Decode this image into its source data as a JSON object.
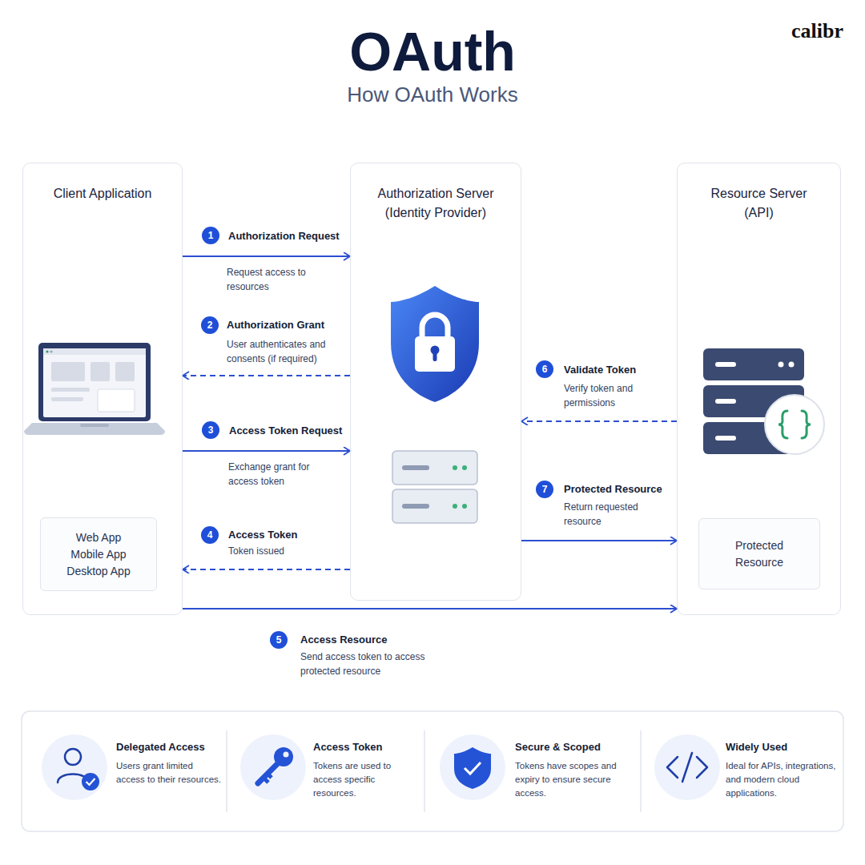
{
  "diagram": {
    "title": "OAuth",
    "nodes": [
      {
        "text": [
          "Client Application"
        ]
      },
      {
        "text": [
          "Web App",
          "Mobile App",
          "Desktop App"
        ],
        "in": 0
      },
      {
        "text": [
          "Authorization Server (Identity Provider)"
        ]
      },
      {
        "text": [
          "Resource Server (API)"
        ]
      },
      {
        "text": [
          "Protected Resource"
        ],
        "in": 3
      },
      {
        "text": [
          "Delegated Access",
          "Users grant limited access to their resources."
        ]
      },
      {
        "text": [
          "Access Token",
          "Tokens are used to access specific resources."
        ]
      },
      {
        "text": [
          "Secure & Scoped",
          "Tokens have scopes and expiry to ensure secure access."
        ]
      },
      {
        "text": [
          "Widely Used",
          "Ideal for APIs, integrations, and modern cloud applications."
        ]
      }
    ],
    "edges": [
      {
        "from": 0,
        "to": 2,
        "label": "Authorization Request",
        "arrow": "to"
      },
      {
        "from": 2,
        "to": 0,
        "label": "Authorization Grant",
        "arrow": "to"
      },
      {
        "from": 0,
        "to": 2,
        "label": "Access Token Request",
        "arrow": "to"
      },
      {
        "from": 2,
        "to": 0,
        "label": "Access Token",
        "arrow": "to"
      },
      {
        "from": 0,
        "to": 3,
        "label": "Access Resource",
        "arrow": "to"
      },
      {
        "from": 3,
        "to": 2,
        "label": "Validate Token",
        "arrow": "to"
      },
      {
        "from": 2,
        "to": 3,
        "label": "Protected Resource",
        "arrow": "to"
      }
    ],
    "labels": [
      "calibr",
      "How OAuth Works",
      "1",
      "Request access to resources",
      "2",
      "User authenticates and consents (if required)",
      "3",
      "Exchange grant for access token",
      "4",
      "Token issued",
      "5",
      "Send access token to access protected resource",
      "6",
      "Verify token and permissions",
      "7",
      "Return requested resource"
    ]
  }
}
